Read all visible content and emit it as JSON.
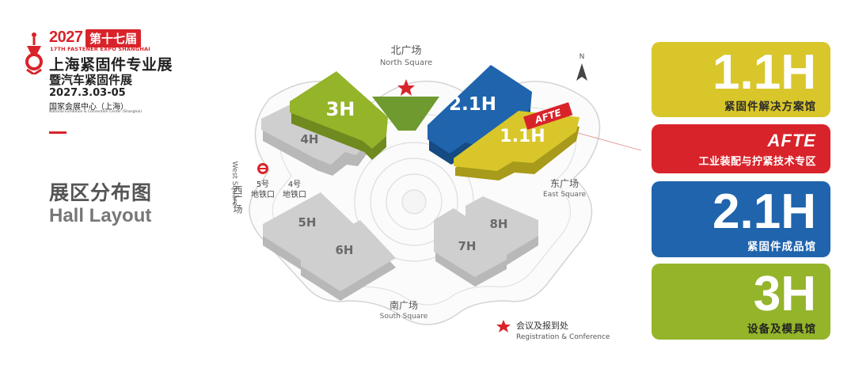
{
  "brand": {
    "year": "2027",
    "edition": "第十七届",
    "expo_en": "17TH FASTENER EXPO SHANGHAI",
    "title_line1": "上海紧固件专业展",
    "title_line2": "暨汽车紧固件展",
    "dates": "2027.3.03-05",
    "venue": "国家会展中心（上海）",
    "venue_en": "National Exhibition & Convention Center (Shanghai)"
  },
  "section": {
    "title_zh": "展区分布图",
    "title_en": "Hall Layout"
  },
  "map": {
    "north_zh": "北广场",
    "north_en": "North Square",
    "south_zh": "南广场",
    "south_en": "South Square",
    "east_zh": "东广场",
    "east_en": "East Square",
    "west_zh": "西广场",
    "west_en": "West Square",
    "compass": "N",
    "metro5_a": "5号",
    "metro5_b": "地铁口",
    "metro4_a": "4号",
    "metro4_b": "地铁口",
    "halls": {
      "h3": "3H",
      "h4": "4H",
      "h21": "2.1H",
      "h11": "1.1H",
      "afte_tag": "AFTE",
      "h5": "5H",
      "h6": "6H",
      "h7": "7H",
      "h8": "8H"
    },
    "registration_zh": "会议及报到处",
    "registration_en": "Registration & Conference"
  },
  "legend": [
    {
      "code": "1.1H",
      "desc": "紧固件解决方案馆"
    },
    {
      "code": "AFTE",
      "desc": "工业装配与拧紧技术专区"
    },
    {
      "code": "2.1H",
      "desc": "紧固件成品馆"
    },
    {
      "code": "3H",
      "desc": "设备及模具馆"
    }
  ],
  "colors": {
    "brand_red": "#d9232a",
    "hall_3h": "#94b42a",
    "hall_21h": "#1f64ad",
    "hall_11h": "#d9c62a",
    "hall_grey": "#cfcfcf"
  }
}
